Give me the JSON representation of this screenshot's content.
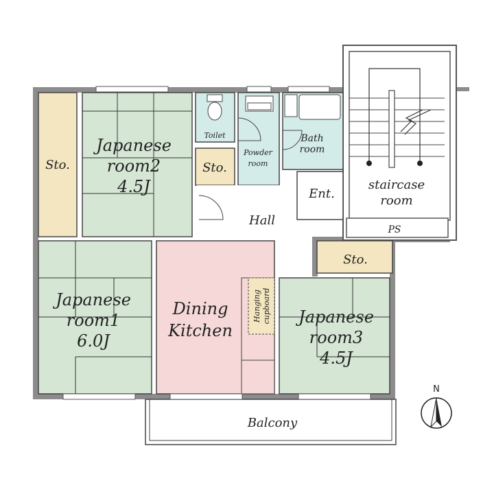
{
  "rooms": {
    "japanese_room2": {
      "line1": "Japanese",
      "line2": "room2",
      "line3": "4.5J"
    },
    "japanese_room1": {
      "line1": "Japanese",
      "line2": "room1",
      "line3": "6.0J"
    },
    "japanese_room3": {
      "line1": "Japanese",
      "line2": "room3",
      "line3": "4.5J"
    },
    "dining_kitchen": {
      "line1": "Dining",
      "line2": "Kitchen"
    },
    "storage_left": "Sto.",
    "storage_center": "Sto.",
    "storage_right": "Sto.",
    "toilet": "Toilet",
    "powder_room": {
      "line1": "Powder",
      "line2": "room"
    },
    "bath_room": {
      "line1": "Bath",
      "line2": "room"
    },
    "entrance": "Ent.",
    "hall": "Hall",
    "staircase_room": {
      "line1": "staircase",
      "line2": "room"
    },
    "pipe_space": "PS",
    "balcony": "Balcony",
    "hanging_cupboard": {
      "line1": "Hanging",
      "line2": "cupboard"
    }
  },
  "compass": {
    "label": "N"
  },
  "colors": {
    "tatami": "#d5e6d5",
    "storage": "#f3e6c0",
    "kitchen": "#f6d8d8",
    "wet_area": "#d4ece9",
    "wall": "#8c8c8c",
    "line": "#333333"
  }
}
